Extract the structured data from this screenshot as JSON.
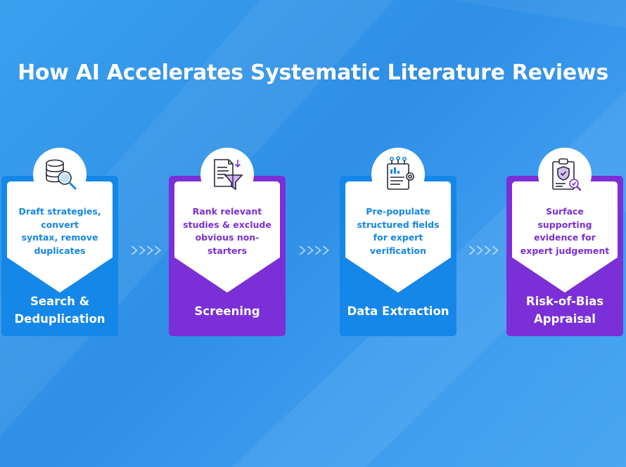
{
  "title": "How AI Accelerates Systematic Literature Reviews",
  "colors": {
    "blue": "#1487e8",
    "purple": "#7b2fd6",
    "background": "#3498ea"
  },
  "steps": [
    {
      "icon": "database-search-icon",
      "accent": "blue",
      "desc": [
        "Draft strategies,",
        "convert",
        "syntax, remove",
        "duplicates"
      ],
      "label": [
        "Search &",
        "Deduplication"
      ]
    },
    {
      "icon": "document-filter-icon",
      "accent": "purple",
      "desc": [
        "Rank relevant",
        "studies & exclude",
        "obvious non-",
        "starters"
      ],
      "label": [
        "Screening"
      ]
    },
    {
      "icon": "data-chart-gear-icon",
      "accent": "blue",
      "desc": [
        "Pre-populate",
        "structured fields",
        "for expert",
        "verification"
      ],
      "label": [
        "Data Extraction"
      ]
    },
    {
      "icon": "clipboard-shield-icon",
      "accent": "purple",
      "desc": [
        "Surface",
        "supporting",
        "evidence for",
        "expert judgement"
      ],
      "label": [
        "Risk-of-Bias",
        "Appraisal"
      ]
    }
  ]
}
